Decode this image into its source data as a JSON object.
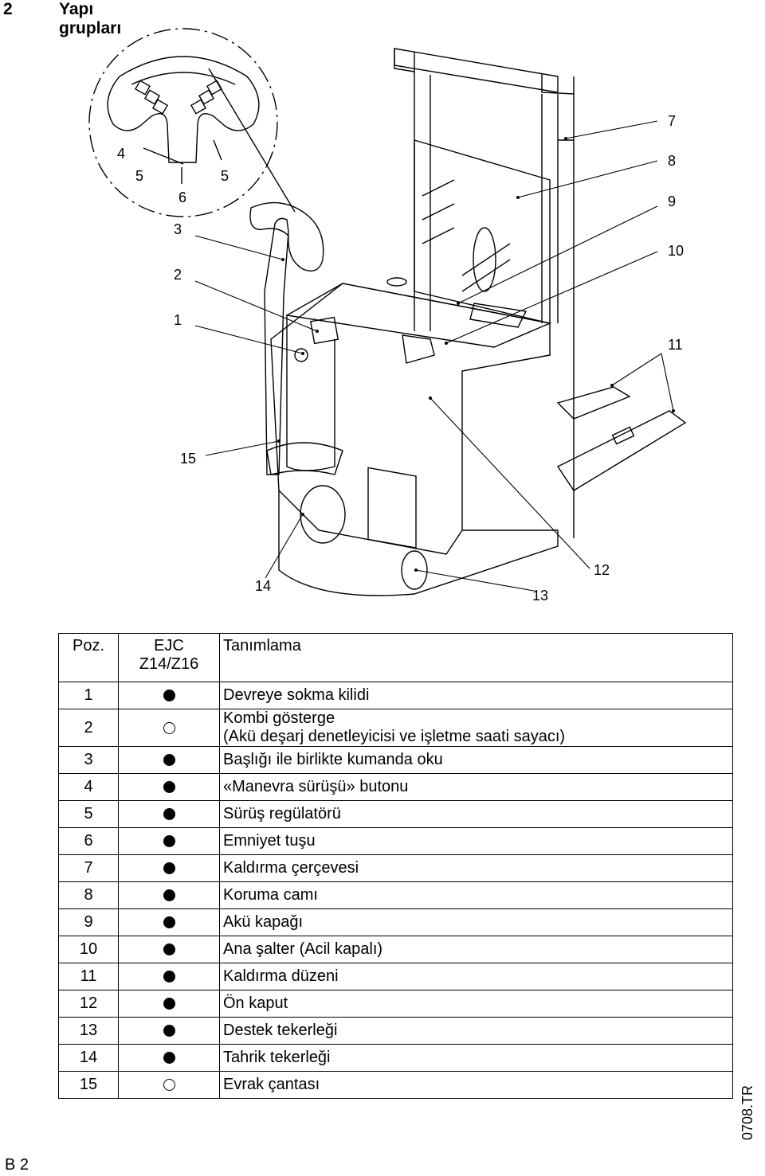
{
  "header": {
    "section_number": "2",
    "section_title": "Yapı grupları"
  },
  "figure": {
    "callouts": [
      "1",
      "2",
      "3",
      "4",
      "5",
      "5",
      "6",
      "7",
      "8",
      "9",
      "10",
      "11",
      "12",
      "13",
      "14",
      "15"
    ]
  },
  "legend": {
    "col_pos": "Poz.",
    "col_ejc_line1": "EJC",
    "col_ejc_line2": "Z14/Z16",
    "col_desc": "Tanımlama",
    "rows": [
      {
        "pos": "1",
        "std": true,
        "desc": "Devreye sokma kilidi"
      },
      {
        "pos": "2",
        "std": false,
        "desc": "Kombi gösterge",
        "desc2": "(Akü deşarj denetleyicisi ve işletme saati sayacı)"
      },
      {
        "pos": "3",
        "std": true,
        "desc": "Başlığı ile birlikte kumanda oku"
      },
      {
        "pos": "4",
        "std": true,
        "desc": "«Manevra sürüşü» butonu"
      },
      {
        "pos": "5",
        "std": true,
        "desc": "Sürüş regülatörü"
      },
      {
        "pos": "6",
        "std": true,
        "desc": "Emniyet tuşu"
      },
      {
        "pos": "7",
        "std": true,
        "desc": "Kaldırma çerçevesi"
      },
      {
        "pos": "8",
        "std": true,
        "desc": "Koruma camı"
      },
      {
        "pos": "9",
        "std": true,
        "desc": "Akü kapağı"
      },
      {
        "pos": "10",
        "std": true,
        "desc": "Ana şalter (Acil kapalı)"
      },
      {
        "pos": "11",
        "std": true,
        "desc": "Kaldırma düzeni"
      },
      {
        "pos": "12",
        "std": true,
        "desc": "Ön kaput"
      },
      {
        "pos": "13",
        "std": true,
        "desc": "Destek tekerleği"
      },
      {
        "pos": "14",
        "std": true,
        "desc": "Tahrik tekerleği"
      },
      {
        "pos": "15",
        "std": false,
        "desc": "Evrak çantası"
      }
    ]
  },
  "side_code": "0708.TR",
  "page_label": "B 2"
}
